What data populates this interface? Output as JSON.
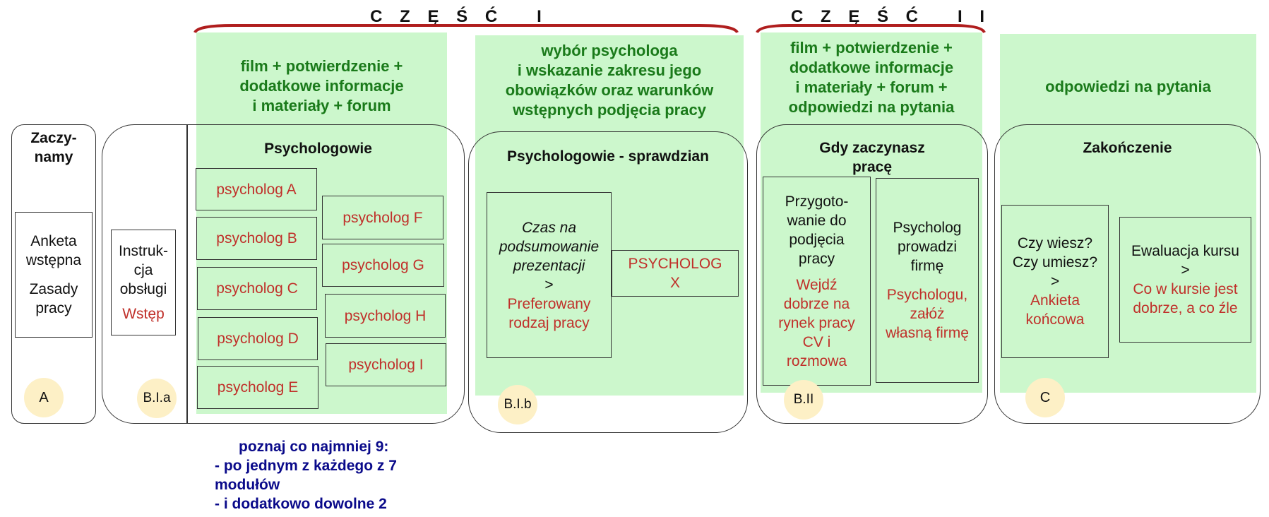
{
  "part1": "C Z Ę Ś Ć   I",
  "part2": "C Z Ę Ś Ć   I I",
  "green_headers": {
    "g1": [
      "film + potwierdzenie +",
      "dodatkowe informacje",
      "i materiały + forum"
    ],
    "g2": [
      "wybór psychologa",
      "i wskazanie zakresu jego",
      "obowiązków oraz warunków",
      "wstępnych podjęcia pracy"
    ],
    "g3": [
      "film + potwierdzenie +",
      "dodatkowe informacje",
      "i materiały + forum +",
      "odpowiedzi na pytania"
    ],
    "g4": [
      "odpowiedzi na pytania"
    ]
  },
  "panel_a": {
    "title": [
      "Zaczy-",
      "namy"
    ],
    "box": [
      "Anketa",
      "wstępna",
      "",
      "Zasady",
      "pracy"
    ],
    "circle": "A"
  },
  "panel_b1a": {
    "box_black": [
      "Instruk-",
      "cja",
      "obsługi"
    ],
    "box_red": "Wstęp",
    "circle": "B.I.a",
    "title": "Psychologowie",
    "psy_left": [
      "psycholog A",
      "psycholog B",
      "psycholog C",
      "psycholog D",
      "psycholog E"
    ],
    "psy_right": [
      "psycholog F",
      "psycholog G",
      "psycholog H",
      "psycholog I"
    ]
  },
  "panel_b1b": {
    "title": "Psychologowie - sprawdzian",
    "box_italic": [
      "Czas na",
      "podsumowanie",
      "prezentacji"
    ],
    "box_arrow": ">",
    "box_red": [
      "Preferowany",
      "rodzaj pracy"
    ],
    "x_box": [
      "PSYCHOLOG",
      "X"
    ],
    "circle": "B.I.b"
  },
  "panel_b2": {
    "title": [
      "Gdy zaczynasz",
      "pracę"
    ],
    "box1_black": [
      "Przygoto-",
      "wanie do",
      "podjęcia",
      "pracy"
    ],
    "box1_red": [
      "Wejdź",
      "dobrze na",
      "rynek pracy",
      "CV i",
      "rozmowa"
    ],
    "box2_black": [
      "Psycholog",
      "prowadzi",
      "firmę"
    ],
    "box2_red": [
      "Psychologu,",
      "załóż",
      "własną firmę"
    ],
    "circle": "B.II"
  },
  "panel_c": {
    "title": "Zakończenie",
    "box1_black": [
      "Czy wiesz?",
      "Czy umiesz?",
      ">"
    ],
    "box1_red": [
      "Ankieta",
      "końcowa"
    ],
    "box2_black": [
      "Ewaluacja kursu",
      ">"
    ],
    "box2_red": [
      "Co w kursie jest",
      "dobrze, a co źle"
    ],
    "circle": "C"
  },
  "note": [
    "poznaj co najmniej 9:",
    "- po jednym z każdego z 7",
    "modułów",
    "- i dodatkowo dowolne 2"
  ],
  "colors": {
    "green_bg": "#ccf7cc",
    "green_text": "#1a7a1a",
    "red_text": "#c0302a",
    "note_text": "#0a0a8a",
    "brace": "#b01e1e",
    "circle_bg": "#fdf0c6"
  }
}
